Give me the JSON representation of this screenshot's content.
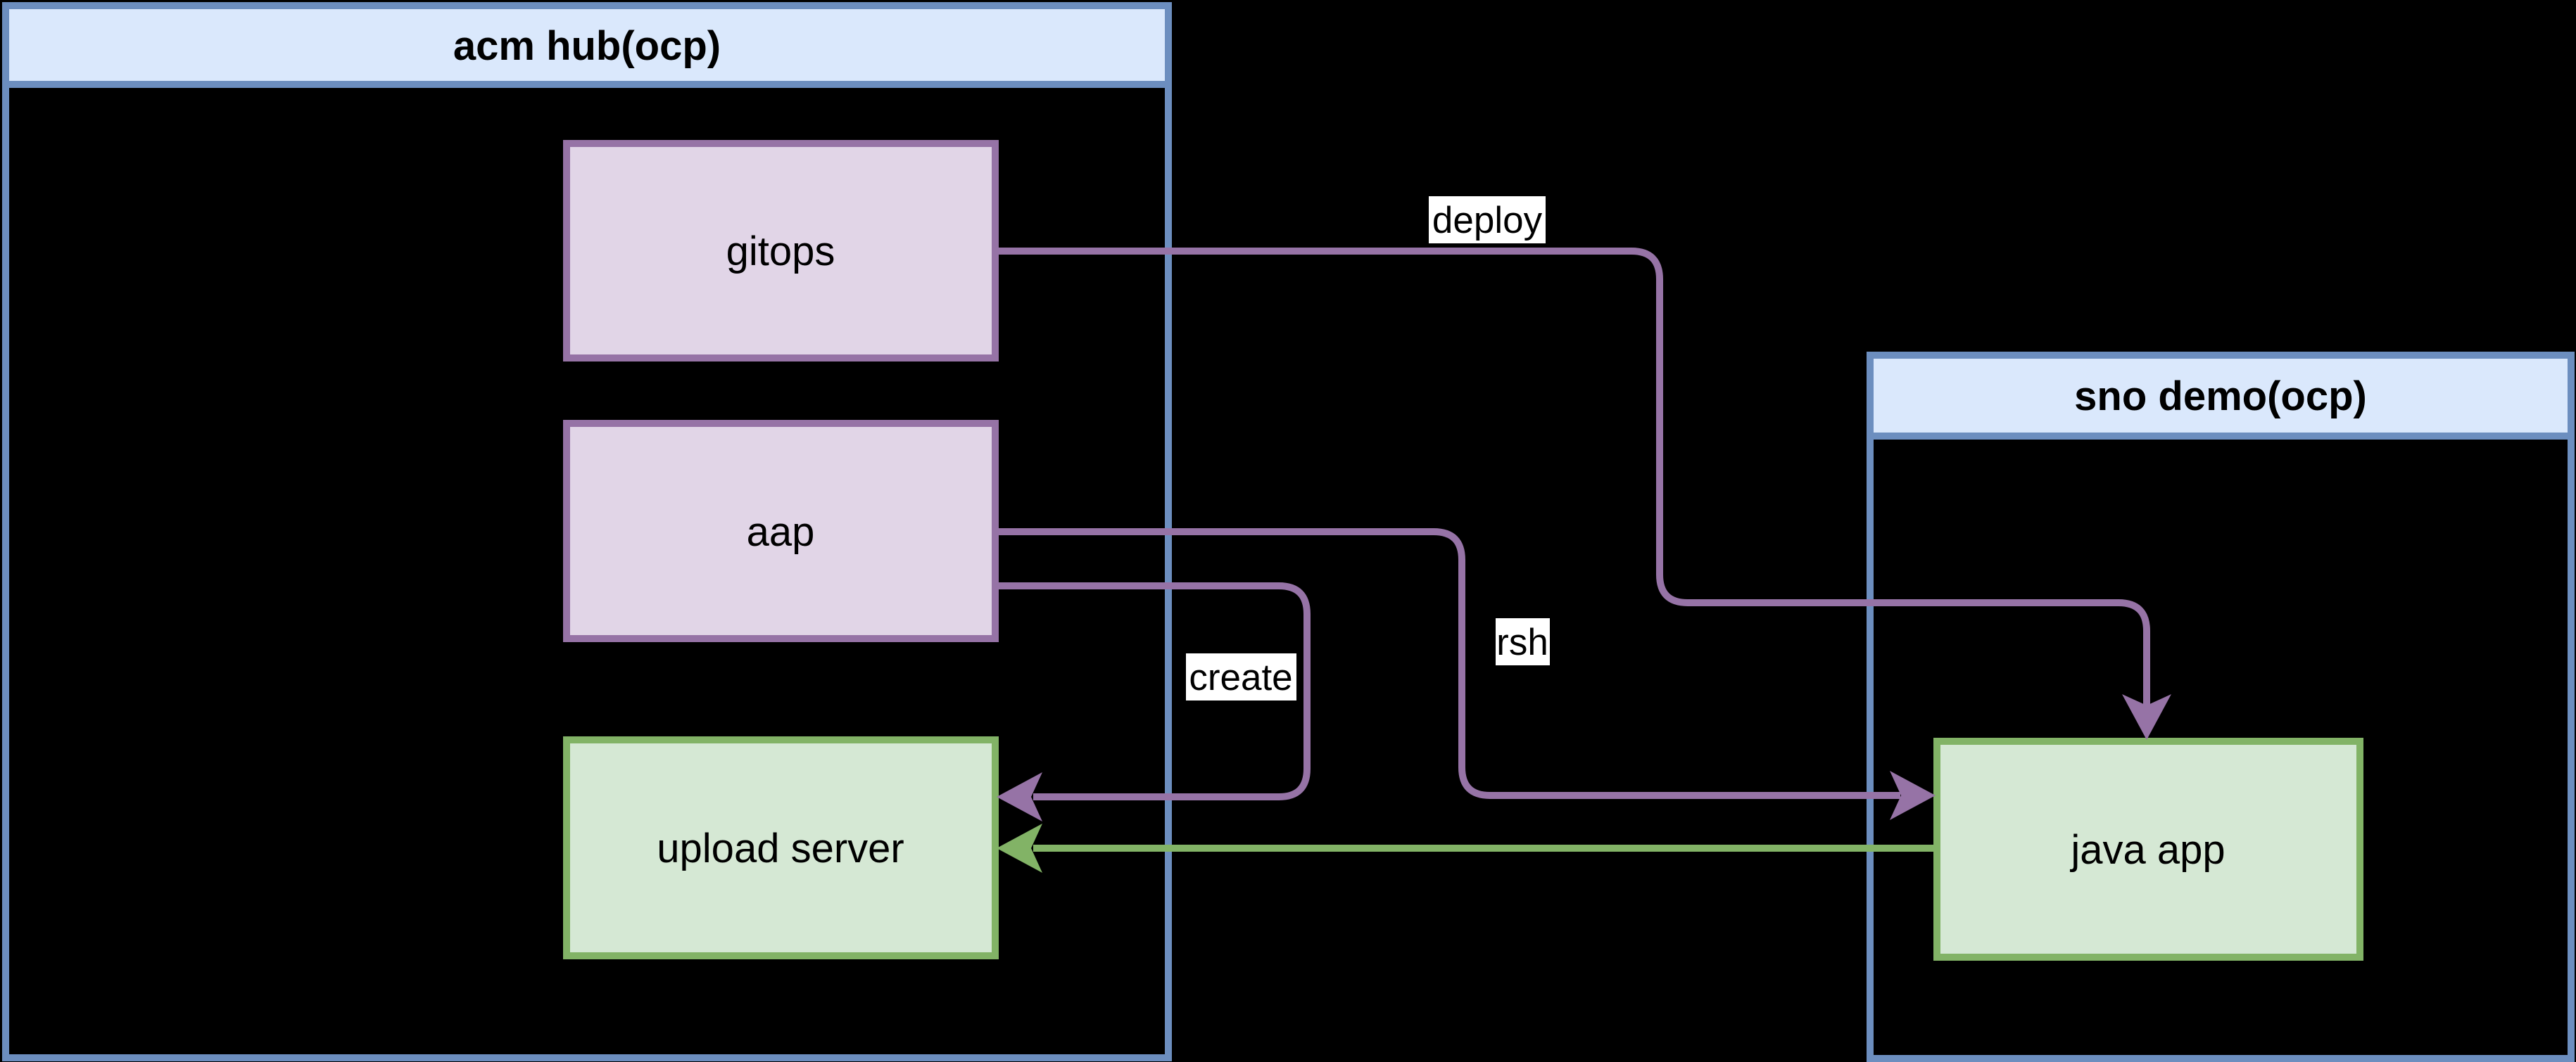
{
  "diagram": {
    "background_color": "#000000",
    "containers": [
      {
        "title": "acm hub(ocp)",
        "header_fill": "#dae8fc",
        "border_color": "#6c8ebf"
      },
      {
        "title": "sno demo(ocp)",
        "header_fill": "#dae8fc",
        "border_color": "#6c8ebf"
      }
    ],
    "nodes": [
      {
        "label": "gitops",
        "fill": "#e1d5e7",
        "border_color": "#9673a6",
        "container": "acm hub(ocp)"
      },
      {
        "label": "aap",
        "fill": "#e1d5e7",
        "border_color": "#9673a6",
        "container": "acm hub(ocp)"
      },
      {
        "label": "upload server",
        "fill": "#d5e8d4",
        "border_color": "#82b366",
        "container": "acm hub(ocp)"
      },
      {
        "label": "java app",
        "fill": "#d5e8d4",
        "border_color": "#82b366",
        "container": "sno demo(ocp)"
      }
    ],
    "edges": [
      {
        "label": "deploy",
        "from": "gitops",
        "to": "java app",
        "color": "#9673a6",
        "label_background": "#ffffff",
        "arrow": "into top of java app"
      },
      {
        "label": "rsh",
        "from": "aap",
        "to": "java app",
        "color": "#9673a6",
        "label_background": "#ffffff",
        "arrow": "into left of java app"
      },
      {
        "label": "create",
        "from": "aap",
        "to": "upload server",
        "color": "#9673a6",
        "label_background": "#ffffff",
        "arrow": "into right of upload server"
      },
      {
        "label": "",
        "from": "java app",
        "to": "upload server",
        "color": "#82b366",
        "arrow": "into right of upload server"
      }
    ],
    "text_color": "#000000"
  }
}
